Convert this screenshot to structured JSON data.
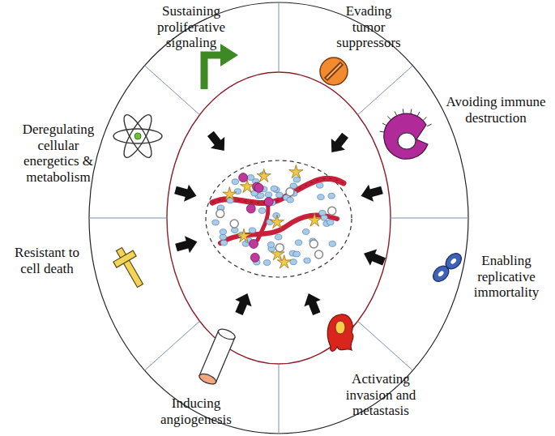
{
  "diagram": {
    "nodes": [
      {
        "text": [
          "Sustaining proliferative signaling"
        ]
      },
      {
        "text": [
          "Evading tumor suppressors"
        ]
      },
      {
        "text": [
          "Avoiding immune destruction"
        ]
      },
      {
        "text": [
          "Enabling replicative immortality"
        ]
      },
      {
        "text": [
          "Activating invasion and metastasis"
        ]
      },
      {
        "text": [
          "Inducing angiogenesis"
        ]
      },
      {
        "text": [
          "Resistant to cell death"
        ]
      },
      {
        "text": [
          "Deregulating cellular energetics & metabolism"
        ]
      }
    ]
  }
}
